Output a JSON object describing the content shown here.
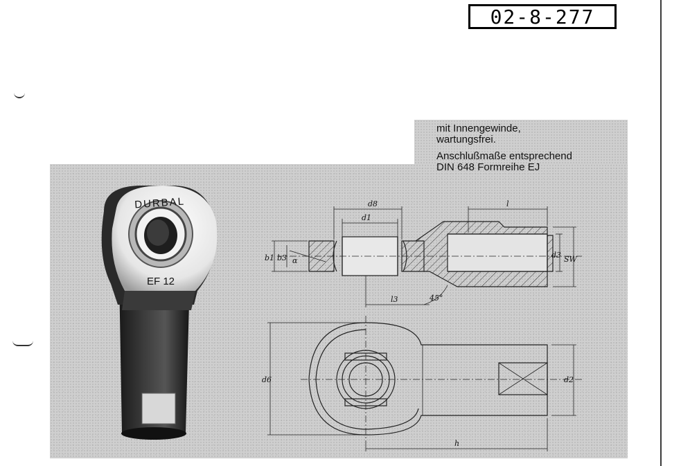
{
  "document_number": "02-8-277",
  "caption": {
    "line1": "mit Innengewinde,",
    "line2": "wartungsfrei.",
    "line3": "Anschlußmaße entsprechend",
    "line4": "DIN 648 Formreihe EJ"
  },
  "product": {
    "brand": "DURBAL",
    "model": "EF 12"
  },
  "dimensions": {
    "d8": "d8",
    "d1": "d1",
    "l": "l",
    "b1": "b1",
    "b3": "b3",
    "alpha": "α",
    "d3": "d3",
    "sw": "SW",
    "l3": "l3",
    "angle": "45°",
    "d6": "d6",
    "d2": "d2",
    "h": "h"
  }
}
